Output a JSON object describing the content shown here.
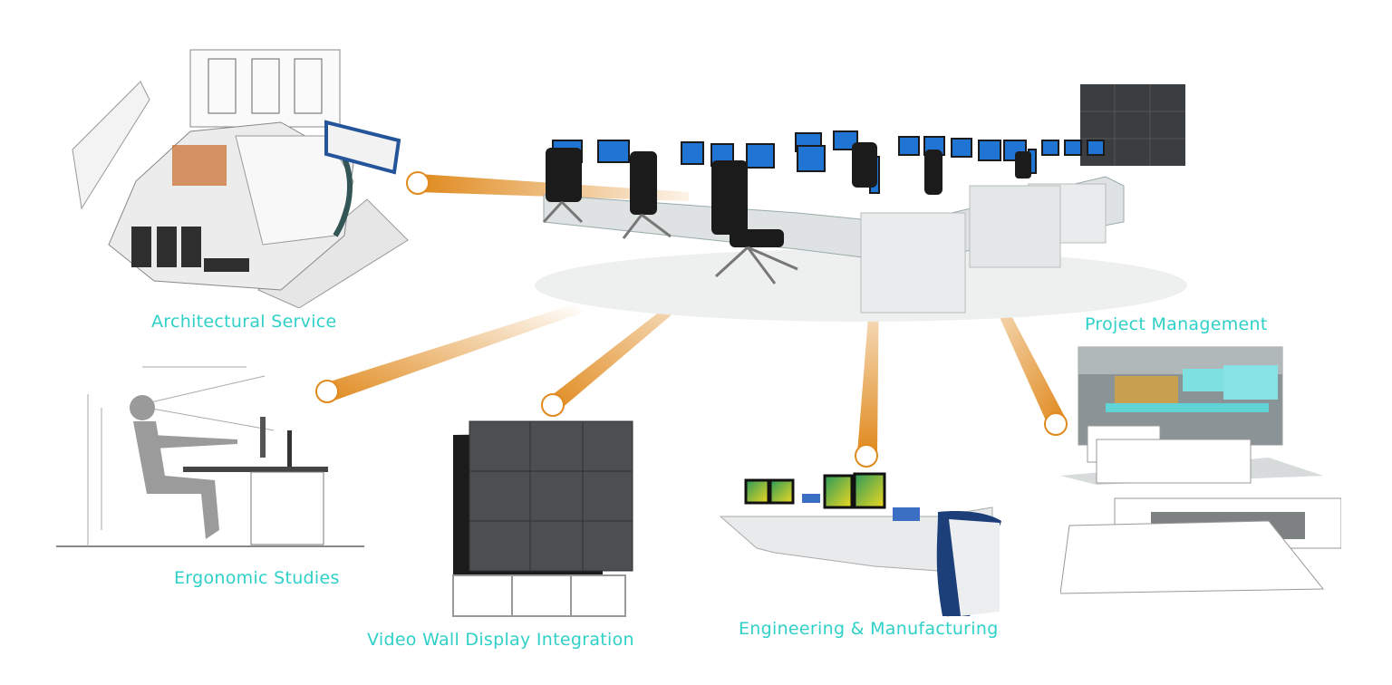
{
  "diagram": {
    "title": "",
    "accent_color": "#2fd0c8",
    "beam_color": "#e08a1e",
    "center": {
      "name": "Control room consoles",
      "description": "Curved operator console rows with monitors, chairs and video wall"
    },
    "nodes": [
      {
        "id": "architectural",
        "label": "Architectural Service",
        "image": "architectural-model-with-blueprints"
      },
      {
        "id": "ergonomic",
        "label": "Ergonomic Studies",
        "image": "seated-operator-ergonomic-drawing"
      },
      {
        "id": "videowall",
        "label": "Video Wall Display Integration",
        "image": "3x3-video-wall-on-stand"
      },
      {
        "id": "engineering",
        "label": "Engineering & Manufacturing",
        "image": "operator-console-with-monitors"
      },
      {
        "id": "project",
        "label": "Project Management",
        "image": "control-room-render-and-plans"
      }
    ]
  }
}
